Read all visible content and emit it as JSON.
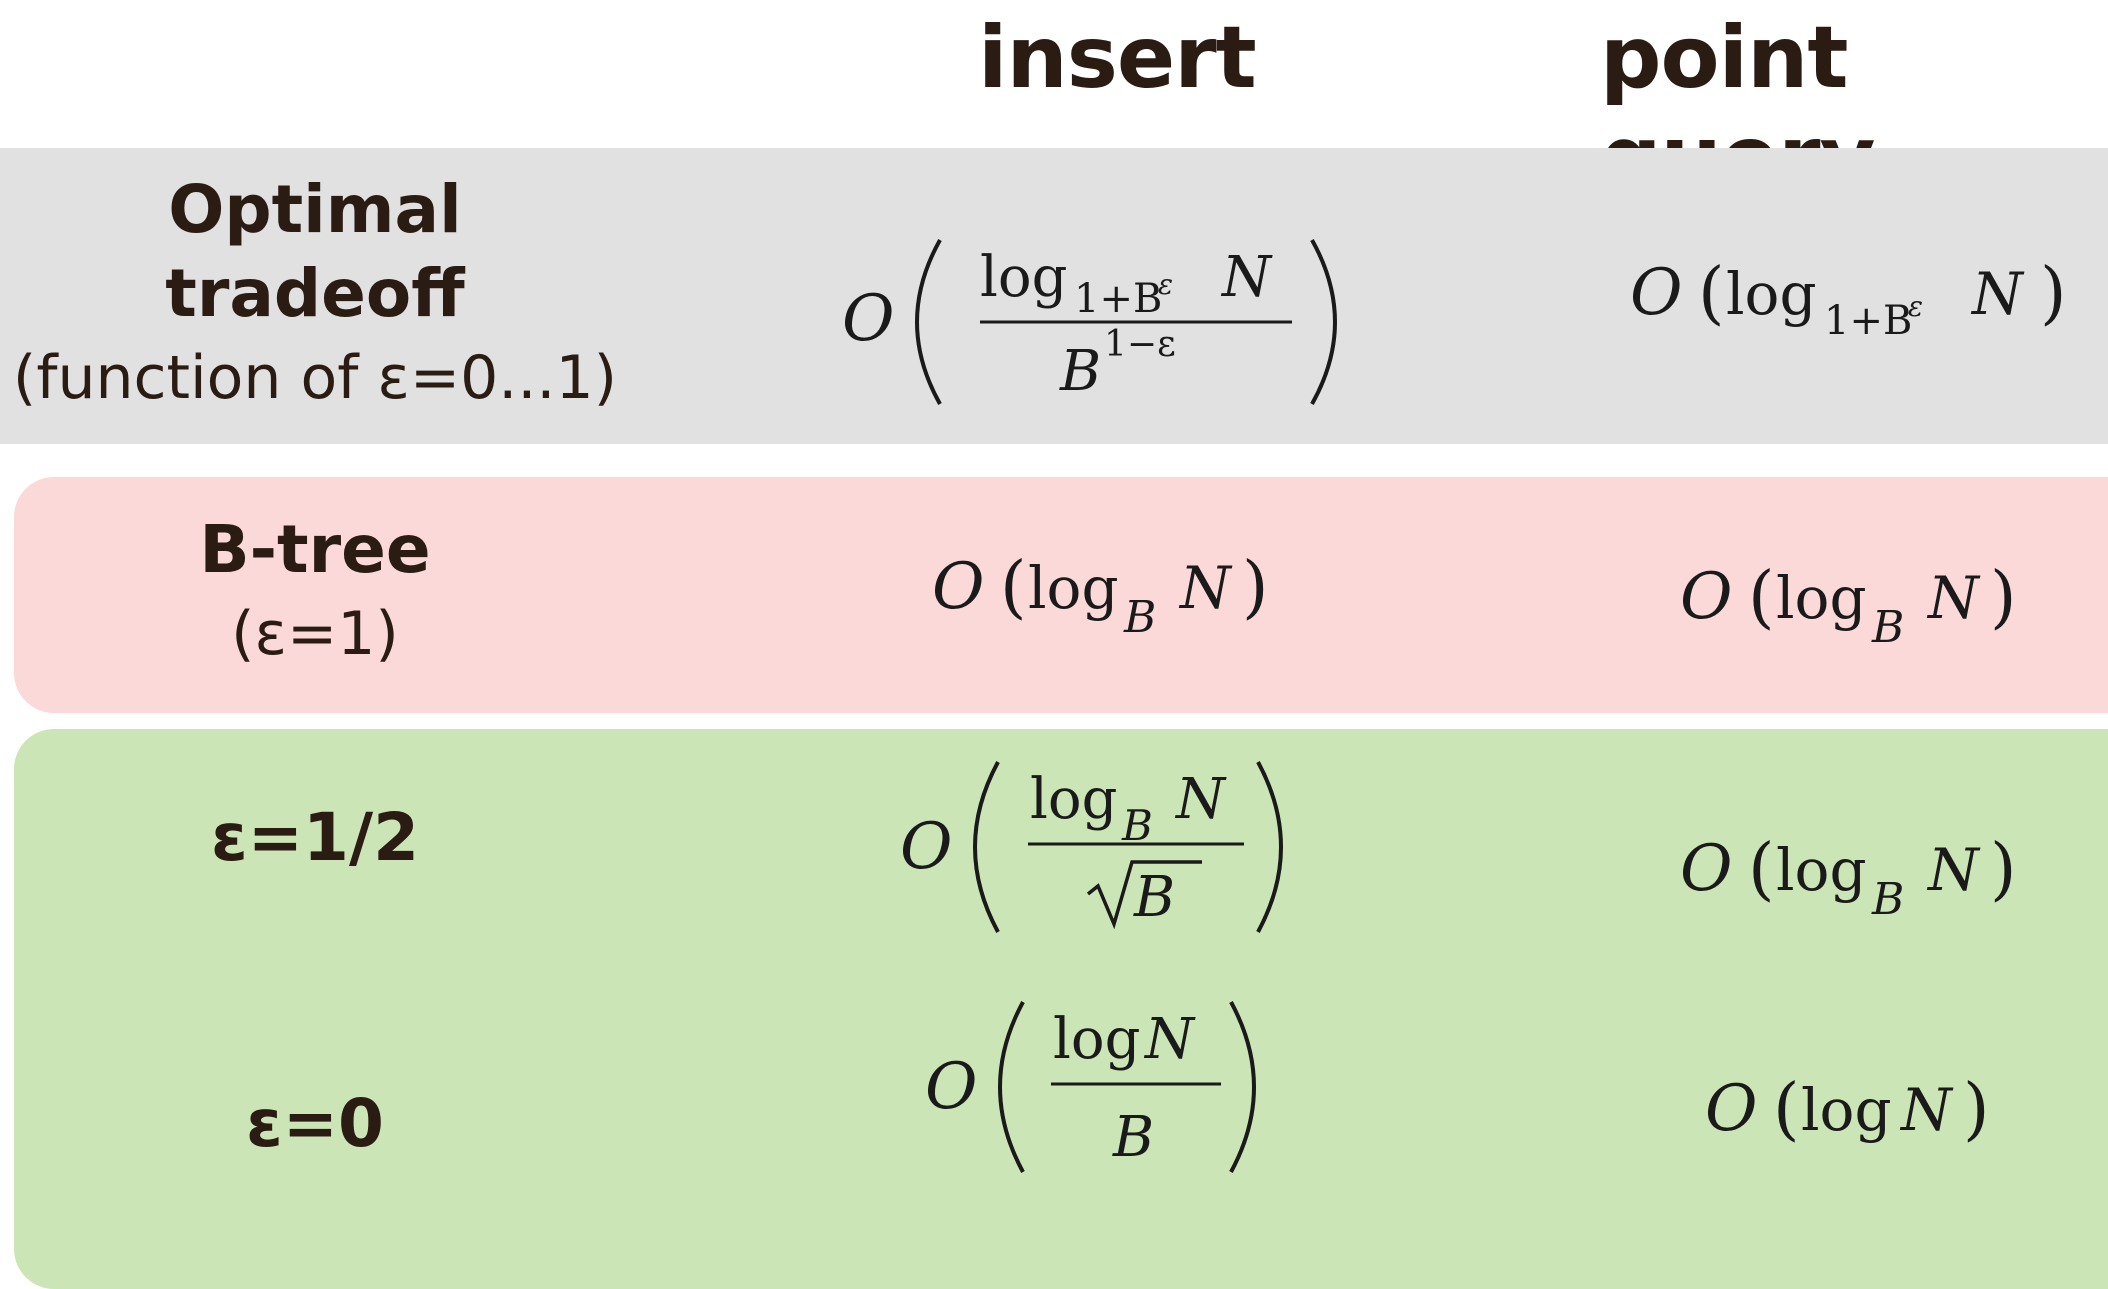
{
  "headers": {
    "insert": "insert",
    "point_query": "point query"
  },
  "rows": [
    {
      "label_lines": [
        "Optimal",
        "tradeoff"
      ],
      "label_sub": "(function of ε=0...1)",
      "insert": {
        "num": "log",
        "num_sub": "1+B",
        "num_sup": "ε",
        "num_var": "N",
        "den": "B",
        "den_sup": "1−ε"
      },
      "query": {
        "fn": "log",
        "sub": "1+B",
        "sup": "ε",
        "var": "N"
      }
    },
    {
      "label_lines": [
        "B-tree"
      ],
      "label_sub": "(ε=1)",
      "insert": {
        "fn": "log",
        "sub": "B",
        "var": "N"
      },
      "query": {
        "fn": "log",
        "sub": "B",
        "var": "N"
      }
    },
    {
      "label_lines": [
        "ε=1/2"
      ],
      "insert": {
        "num": "log",
        "num_sub": "B",
        "num_var": "N",
        "den": "B"
      },
      "query": {
        "fn": "log",
        "sub": "B",
        "var": "N"
      }
    },
    {
      "label_lines": [
        "ε=0"
      ],
      "insert": {
        "num": "log",
        "num_var": "N",
        "den": "B"
      },
      "query": {
        "fn": "log",
        "var": "N"
      }
    }
  ],
  "symbols": {
    "big_o": "O",
    "lparen": "(",
    "rparen": ")"
  },
  "colors": {
    "text": "#2b1c13",
    "optimal_band": "#e1e1e1",
    "btree_band": "#fbd9d8",
    "green_band": "#cce5b7"
  }
}
